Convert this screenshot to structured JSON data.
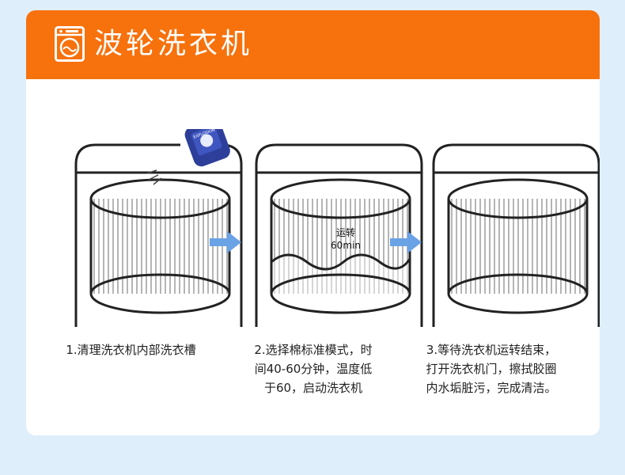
{
  "header": {
    "title": "波轮洗衣机",
    "icon": "washing-machine-icon"
  },
  "steps": [
    {
      "lines": [
        "1.清理洗衣机内部洗衣槽"
      ],
      "bottle_brand": "EXPLOSION"
    },
    {
      "overlay": [
        "运转",
        "60min"
      ],
      "lines": [
        "2.选择棉标准模式，时",
        "间40-60分钟，温度低",
        "于60，启动洗衣机"
      ]
    },
    {
      "lines": [
        "3.等待洗衣机运转结束，",
        "打开洗衣机门，擦拭胶圈",
        "内水垢脏污，完成清洁。"
      ]
    }
  ],
  "colors": {
    "accent": "#f7710c",
    "arrow": "#6aa2e6",
    "background": "#dfeefb",
    "line": "#222222"
  }
}
